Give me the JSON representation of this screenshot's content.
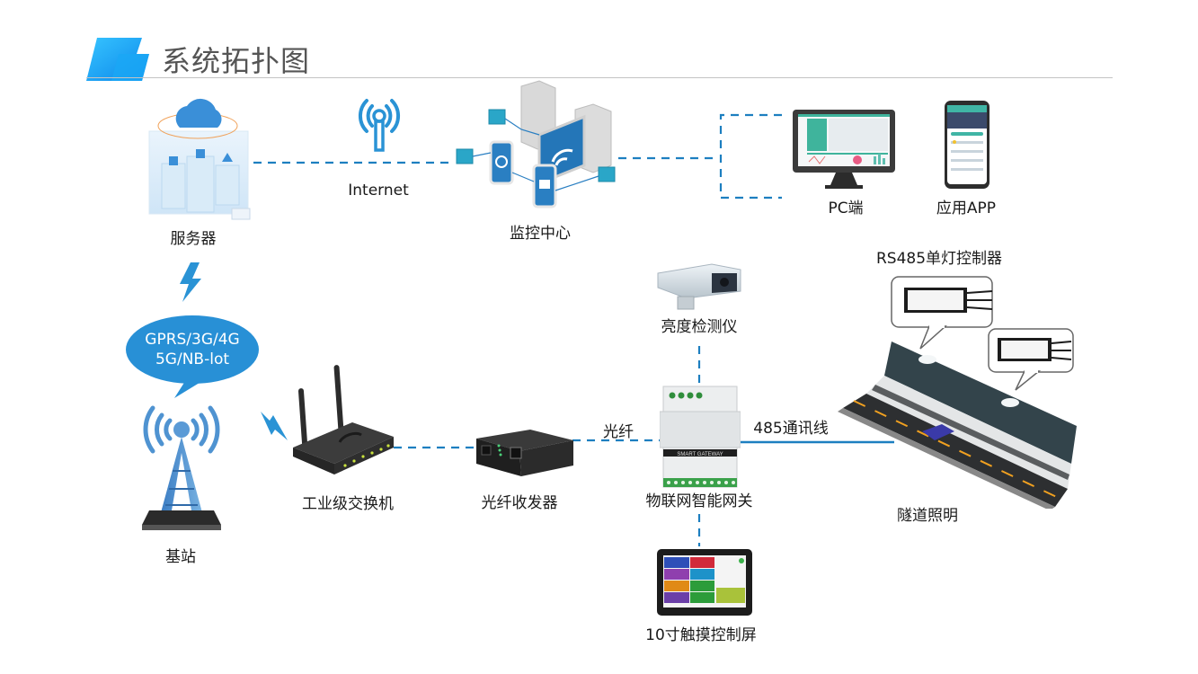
{
  "header": {
    "title": "系统拓扑图",
    "accent_color": "#1e9bef",
    "rule_color": "#c3c3c3"
  },
  "colors": {
    "link_blue": "#1d7fc0",
    "icon_blue": "#2a93d5",
    "text": "#1a1a1a"
  },
  "nodes": {
    "server": {
      "label": "服务器",
      "icon": "cloud-server-icon"
    },
    "internet": {
      "label": "Internet",
      "icon": "antenna-icon"
    },
    "monitoring_center": {
      "label": "监控中心",
      "icon": "monitoring-center-icon"
    },
    "pc_client": {
      "label": "PC端",
      "icon": "desktop-monitor-icon"
    },
    "mobile_app": {
      "label": "应用APP",
      "icon": "smartphone-icon"
    },
    "network_bubble": {
      "line1": "GPRS/3G/4G",
      "line2": "5G/NB-lot"
    },
    "base_station": {
      "label": "基站",
      "icon": "cell-tower-icon"
    },
    "industrial_switch": {
      "label": "工业级交换机",
      "icon": "router-icon"
    },
    "fiber_transceiver": {
      "label": "光纤收发器",
      "icon": "media-converter-icon"
    },
    "iot_gateway": {
      "label": "物联网智能网关",
      "icon": "gateway-icon",
      "device_text": "SMART GATEWAY"
    },
    "brightness_detector": {
      "label": "亮度检测仪",
      "icon": "camera-sensor-icon"
    },
    "touch_screen": {
      "label": "10寸触摸控制屏",
      "icon": "touch-panel-icon"
    },
    "lamp_controller": {
      "label": "RS485单灯控制器",
      "icon": "lamp-controller-icon"
    },
    "tunnel_lighting": {
      "label": "隧道照明",
      "icon": "tunnel-road-icon"
    }
  },
  "links": {
    "fiber_label": "光纤",
    "rs485_label": "485通讯线"
  }
}
